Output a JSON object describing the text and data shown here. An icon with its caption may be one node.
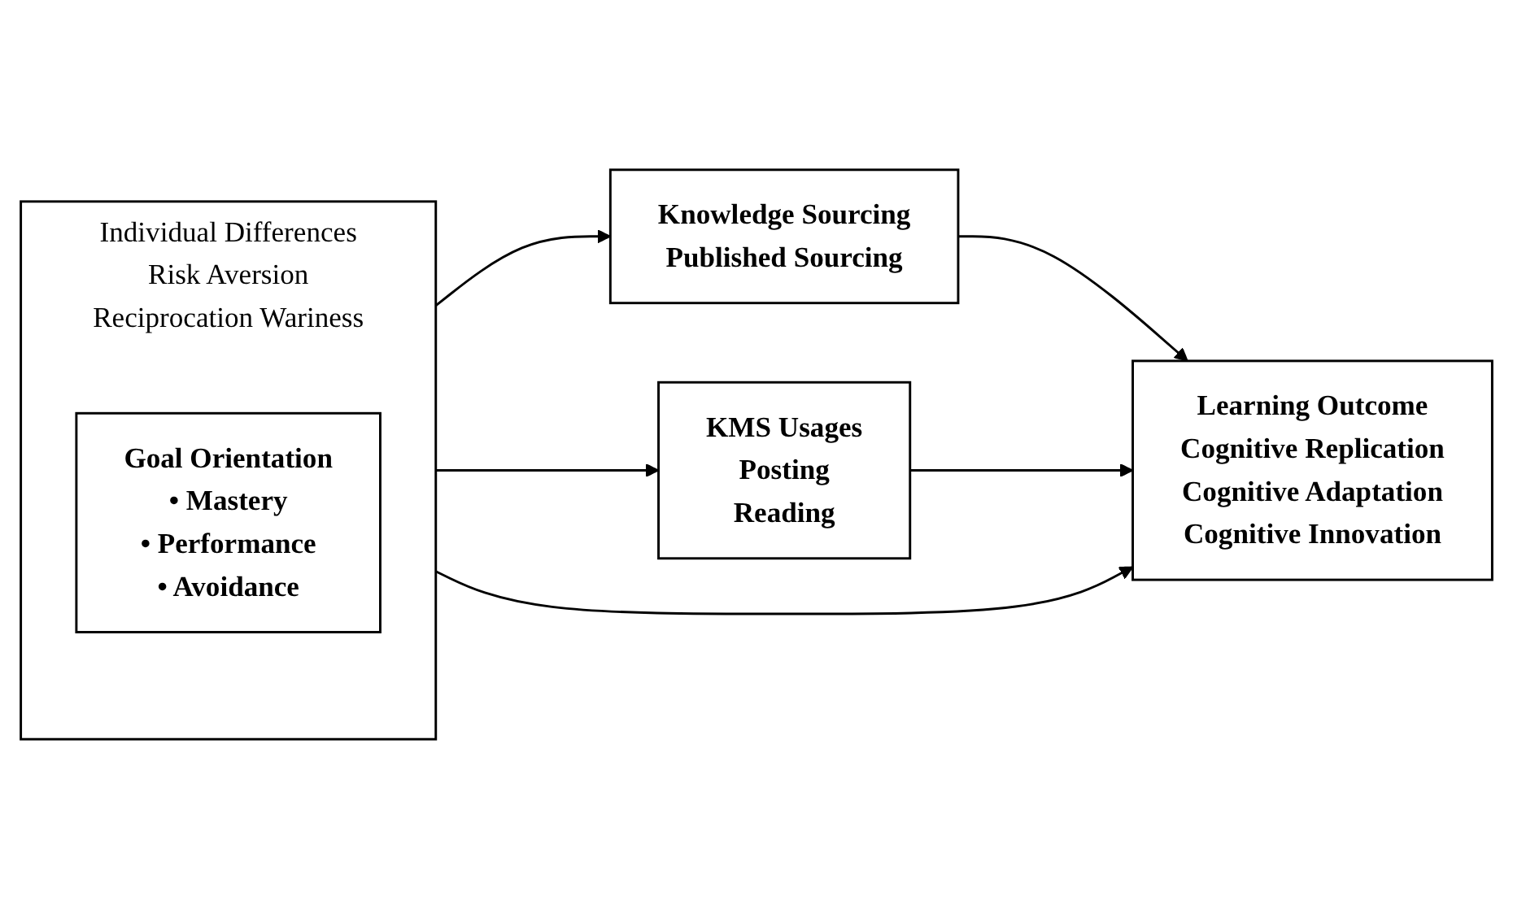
{
  "diagram": {
    "nodes": [
      {
        "text": [
          "Individual Differences",
          "Risk Aversion",
          "Reciprocation Wariness"
        ]
      },
      {
        "text": [
          "Goal Orientation",
          "• Mastery",
          "• Performance",
          "• Avoidance"
        ],
        "in": 0
      },
      {
        "text": [
          "Knowledge Sourcing",
          "Published Sourcing"
        ]
      },
      {
        "text": [
          "Learning Outcome",
          "Cognitive Replication",
          "Cognitive Adaptation",
          "Cognitive Innovation"
        ]
      },
      {
        "text": [
          "KMS Usages",
          "Posting",
          "Reading"
        ]
      }
    ],
    "edges": [
      {
        "from": 0,
        "to": 2,
        "arrow": "to"
      },
      {
        "from": 0,
        "to": 3,
        "arrow": "to"
      },
      {
        "from": 0,
        "to": 4,
        "arrow": "to"
      },
      {
        "from": 2,
        "to": 3,
        "arrow": "to"
      },
      {
        "from": 4,
        "to": 3,
        "arrow": "to"
      }
    ]
  }
}
